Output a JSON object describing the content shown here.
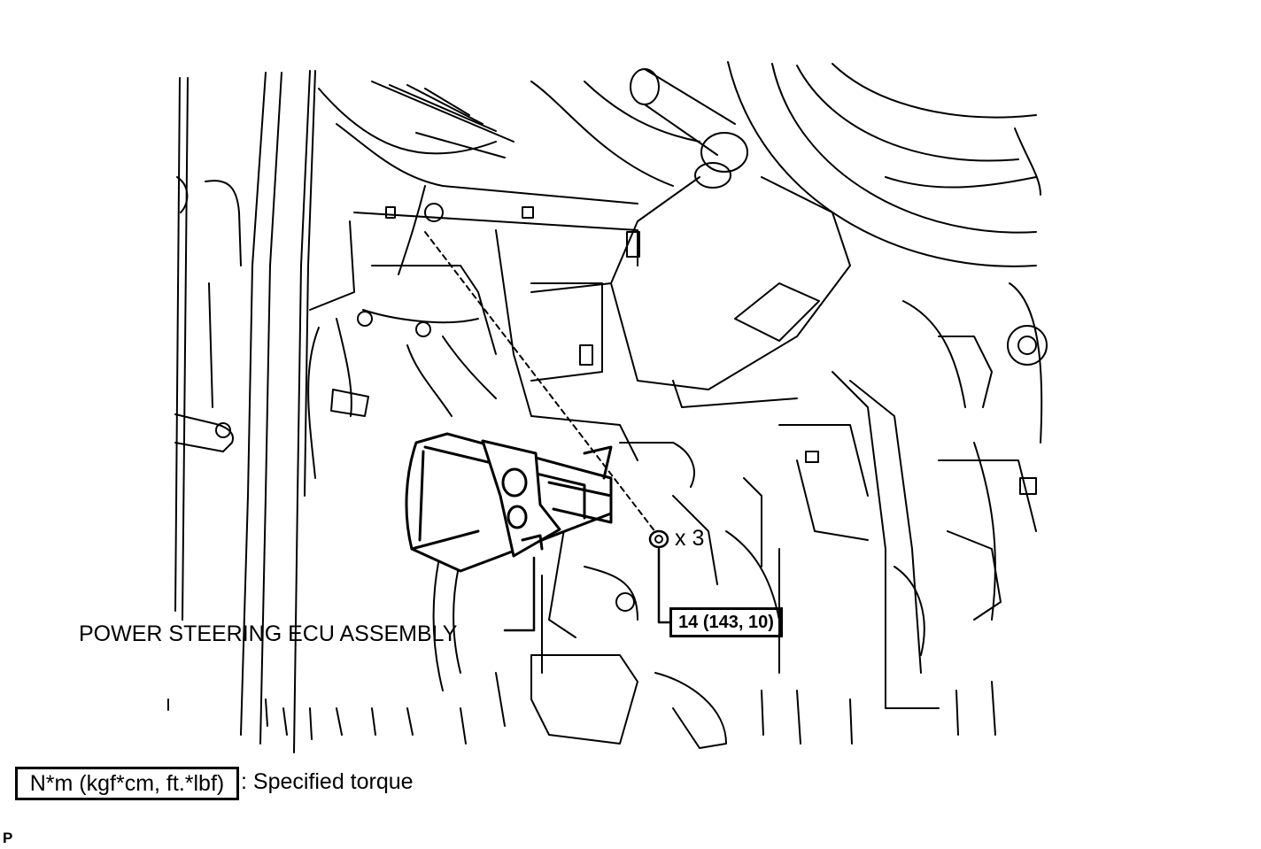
{
  "diagram": {
    "part_name": "POWER STEERING ECU ASSEMBLY",
    "fastener_quantity": "x 3",
    "torque_value": "14 (143, 10)"
  },
  "legend": {
    "unit_box": "N*m (kgf*cm, ft.*lbf)",
    "description": ": Specified torque"
  },
  "figure_code": "P",
  "icons": [
    "dashboard-line-art",
    "ecu-bracket",
    "nut-icon"
  ]
}
